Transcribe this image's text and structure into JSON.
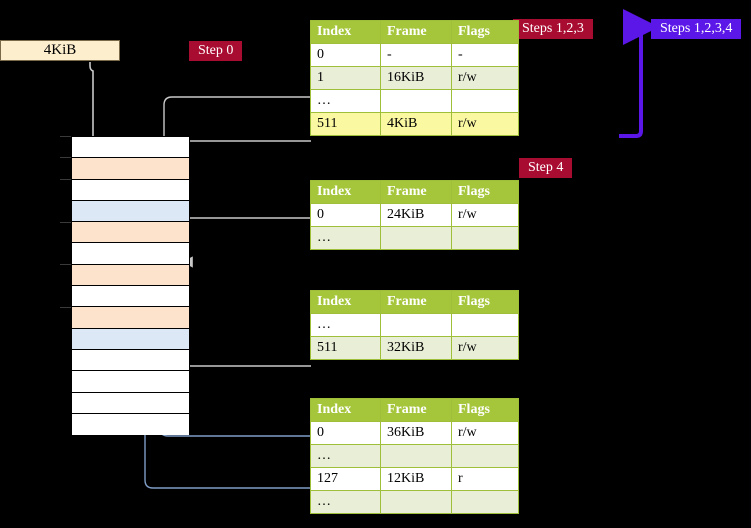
{
  "badges": {
    "steps_123": "Steps 1,2,3",
    "steps_1234": "Steps 1,2,3,4",
    "step_4": "Step 4",
    "step_0": "Step 0"
  },
  "colors": {
    "crimson": "#a90c31",
    "violet": "#5b17e8",
    "table_header": "#a5c63b",
    "table_row_alt": "#e9eed7",
    "highlight": "#fbf8a2",
    "frame_box": "#fdeece",
    "mem_peach": "#fde3cc",
    "mem_blue": "#dde8f7",
    "wire_grey": "#c9c9c9",
    "wire_blue": "#7f9dc6"
  },
  "frame_box": {
    "label": "4KiB"
  },
  "memory_column": {
    "cells": [
      {
        "fill": "white"
      },
      {
        "fill": "peach"
      },
      {
        "fill": "white"
      },
      {
        "fill": "blue"
      },
      {
        "fill": "peach"
      },
      {
        "fill": "white"
      },
      {
        "fill": "peach"
      },
      {
        "fill": "white"
      },
      {
        "fill": "peach"
      },
      {
        "fill": "blue"
      },
      {
        "fill": "white"
      },
      {
        "fill": "white"
      },
      {
        "fill": "white"
      },
      {
        "fill": "white"
      }
    ]
  },
  "tables": {
    "headers": [
      "Index",
      "Frame",
      "Flags"
    ],
    "pml4": {
      "name": "pml4-table",
      "rows": [
        {
          "index": "0",
          "frame": "-",
          "flags": "-",
          "stripe": "odd",
          "highlight": false
        },
        {
          "index": "1",
          "frame": "16KiB",
          "flags": "r/w",
          "stripe": "even",
          "highlight": false
        },
        {
          "index": "…",
          "frame": "",
          "flags": "",
          "stripe": "odd",
          "highlight": false
        },
        {
          "index": "511",
          "frame": "4KiB",
          "flags": "r/w",
          "stripe": "even",
          "highlight": true
        }
      ]
    },
    "pdpt": {
      "name": "pdpt-table",
      "rows": [
        {
          "index": "0",
          "frame": "24KiB",
          "flags": "r/w",
          "stripe": "odd",
          "highlight": false
        },
        {
          "index": "…",
          "frame": "",
          "flags": "",
          "stripe": "even",
          "highlight": false
        }
      ]
    },
    "pd": {
      "name": "page-directory-table",
      "rows": [
        {
          "index": "…",
          "frame": "",
          "flags": "",
          "stripe": "odd",
          "highlight": false
        },
        {
          "index": "511",
          "frame": "32KiB",
          "flags": "r/w",
          "stripe": "even",
          "highlight": false
        }
      ]
    },
    "pt": {
      "name": "page-table-table",
      "rows": [
        {
          "index": "0",
          "frame": "36KiB",
          "flags": "r/w",
          "stripe": "odd",
          "highlight": false
        },
        {
          "index": "…",
          "frame": "",
          "flags": "",
          "stripe": "even",
          "highlight": false
        },
        {
          "index": "127",
          "frame": "12KiB",
          "flags": "r",
          "stripe": "odd",
          "highlight": false
        },
        {
          "index": "…",
          "frame": "",
          "flags": "",
          "stripe": "even",
          "highlight": false
        }
      ]
    }
  }
}
